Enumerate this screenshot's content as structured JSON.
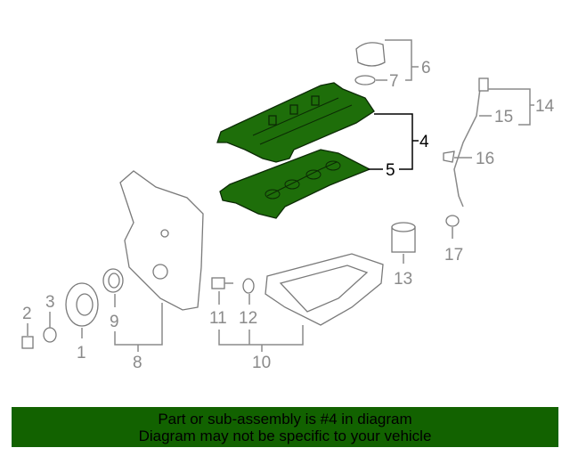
{
  "diagram": {
    "highlight_color": "#1e6e0a",
    "callouts": {
      "c1": "1",
      "c2": "2",
      "c3": "3",
      "c4": "4",
      "c5": "5",
      "c6": "6",
      "c7": "7",
      "c8": "8",
      "c9": "9",
      "c10": "10",
      "c11": "11",
      "c12": "12",
      "c13": "13",
      "c14": "14",
      "c15": "15",
      "c16": "16",
      "c17": "17"
    },
    "highlighted_part": "4"
  },
  "banner": {
    "background": "#126200",
    "line1": "Part or sub-assembly is #4 in diagram",
    "line2": "Diagram may not be specific to your vehicle"
  }
}
